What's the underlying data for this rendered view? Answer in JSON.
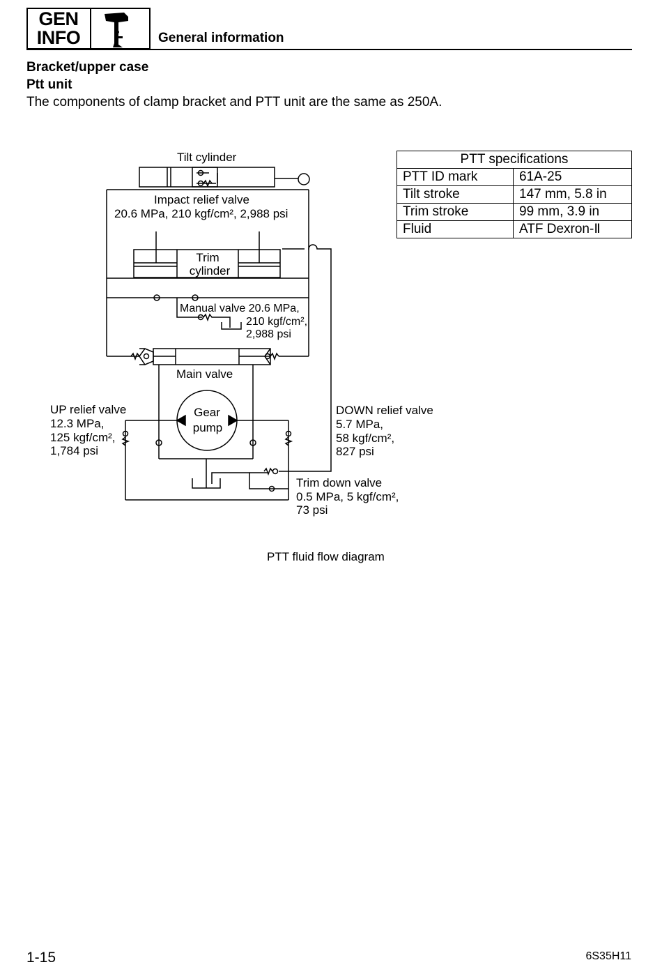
{
  "header": {
    "badge_line1": "GEN",
    "badge_line2": "INFO",
    "badge_icon": "outboard-motor-icon",
    "section_title": "General information"
  },
  "content": {
    "heading": "Bracket/upper case",
    "subheading": "Ptt unit",
    "paragraph": "The components of clamp bracket and PTT unit are the same as 250A."
  },
  "spec_table": {
    "title": "PTT specifications",
    "rows": [
      {
        "label": "PTT ID mark",
        "value": "61A-25"
      },
      {
        "label": "Tilt stroke",
        "value": "147 mm, 5.8 in"
      },
      {
        "label": "Trim stroke",
        "value": "99 mm, 3.9 in"
      },
      {
        "label": "Fluid",
        "value": "ATF Dexron-Ⅱ"
      }
    ]
  },
  "diagram": {
    "tilt_cylinder": "Tilt cylinder",
    "impact_relief_title": "Impact relief valve",
    "impact_relief_spec": "20.6 MPa, 210 kgf/cm², 2,988 psi",
    "trim_cylinder_1": "Trim",
    "trim_cylinder_2": "cylinder",
    "manual_valve_1": "Manual valve 20.6 MPa,",
    "manual_valve_2": "210 kgf/cm²,",
    "manual_valve_3": "2,988 psi",
    "main_valve": "Main valve",
    "gear_pump_1": "Gear",
    "gear_pump_2": "pump",
    "up_relief_1": "UP relief valve",
    "up_relief_2": "12.3 MPa,",
    "up_relief_3": "125 kgf/cm²,",
    "up_relief_4": "1,784 psi",
    "down_relief_1": "DOWN relief valve",
    "down_relief_2": "5.7 MPa,",
    "down_relief_3": "58 kgf/cm²,",
    "down_relief_4": "827 psi",
    "trim_down_1": "Trim down valve",
    "trim_down_2": "0.5 MPa, 5 kgf/cm²,",
    "trim_down_3": "73 psi",
    "caption": "PTT fluid flow diagram"
  },
  "footer": {
    "page_number": "1-15",
    "doc_code": "6S35H11"
  }
}
